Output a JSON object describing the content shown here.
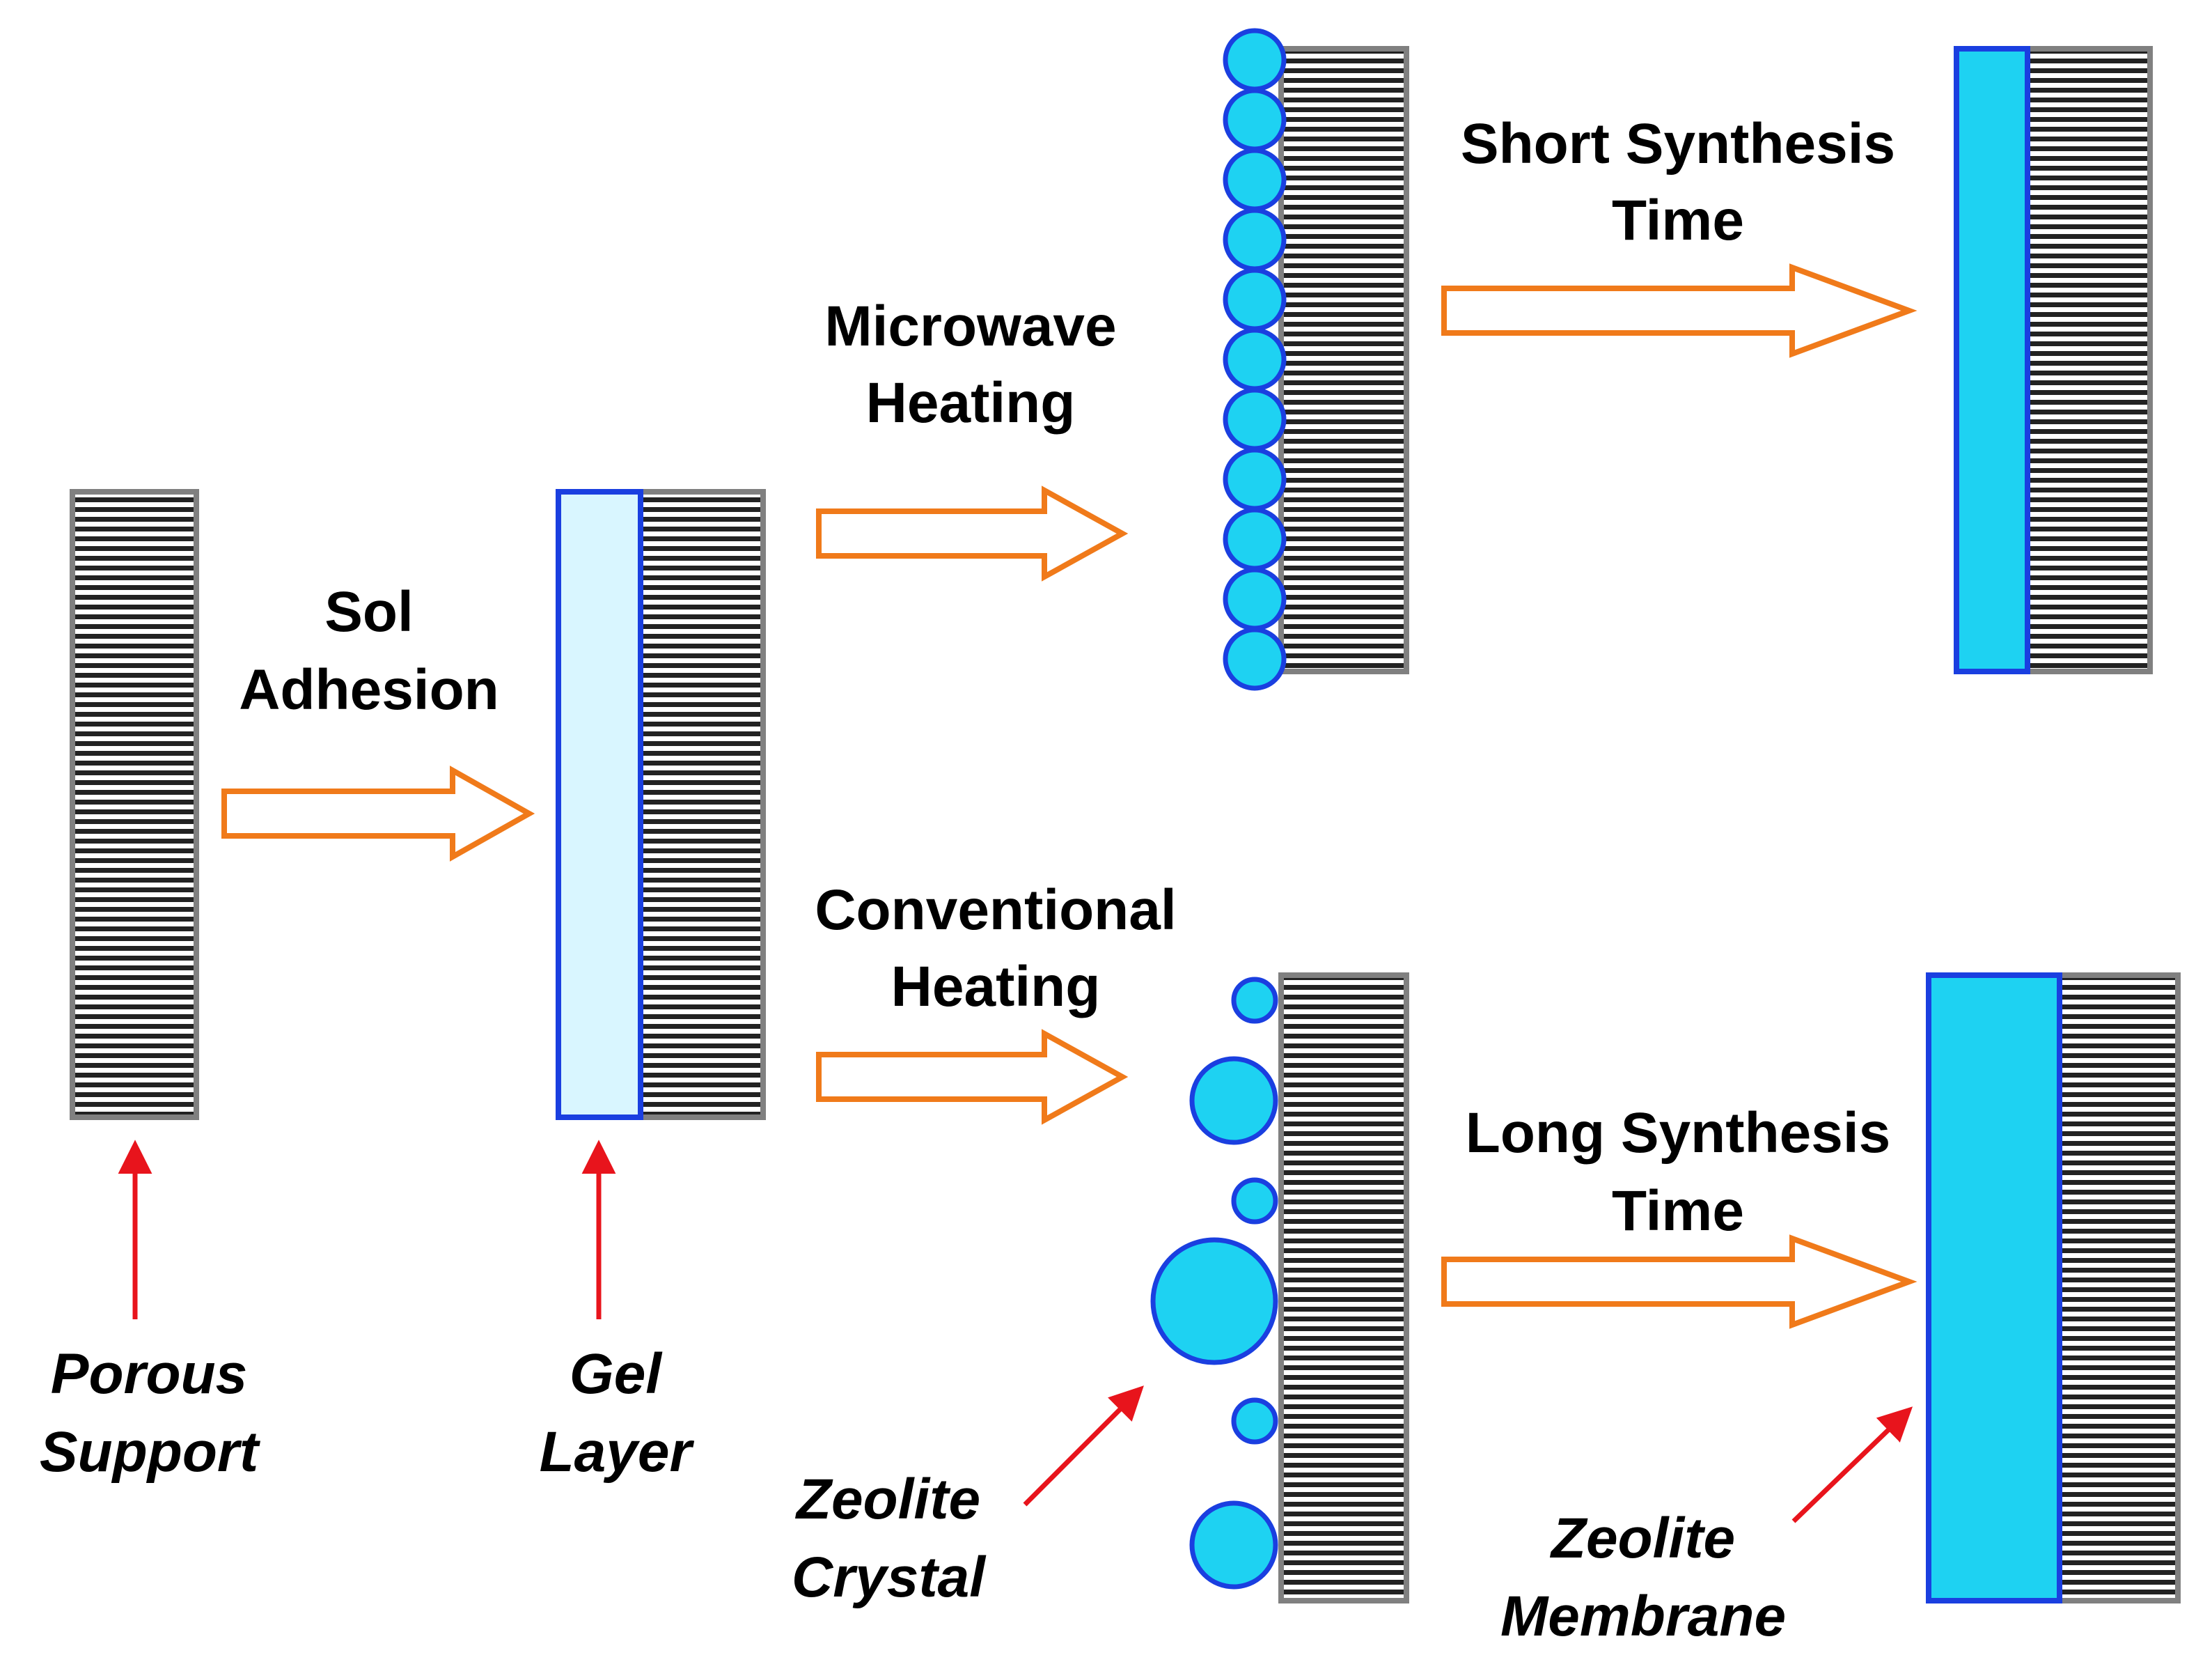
{
  "labels": {
    "sol_line1": "Sol",
    "sol_line2": "Adhesion",
    "microwave_line1": "Microwave",
    "microwave_line2": "Heating",
    "conventional_line1": "Conventional",
    "conventional_line2": "Heating",
    "short_line1": "Short Synthesis",
    "short_line2": "Time",
    "long_line1": "Long Synthesis",
    "long_line2": "Time",
    "porous_line1": "Porous",
    "porous_line2": "Support",
    "gel_line1": "Gel",
    "gel_line2": "Layer",
    "crystal_line1": "Zeolite",
    "crystal_line2": "Crystal",
    "membrane_line1": "Zeolite",
    "membrane_line2": "Membrane"
  },
  "colors": {
    "arrow": "#f07a1a",
    "pointer": "#e8141c",
    "zeolite_fill": "#1ed2f2",
    "zeolite_stroke": "#1a3fe0",
    "gel_fill": "#d9f6ff",
    "stripe": "#222222",
    "support_border": "#808080"
  },
  "icons": {
    "process_arrow": "block-arrow-right-outline",
    "pointer_arrow": "thin-red-arrow"
  }
}
